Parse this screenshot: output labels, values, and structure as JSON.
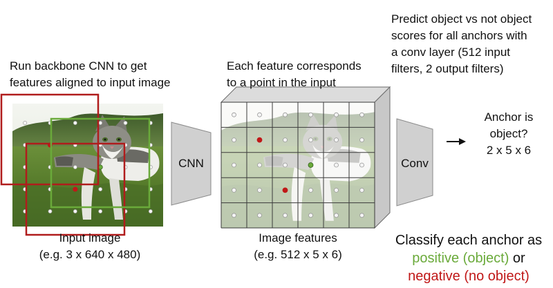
{
  "captions": {
    "backbone": [
      "Run backbone CNN to get",
      "features aligned to input image"
    ],
    "feature_point": [
      "Each feature corresponds",
      "to a point in the input"
    ],
    "predict": [
      "Predict object vs not object",
      "scores for all anchors with",
      "a conv layer (512 input",
      "filters, 2 output filters)"
    ],
    "input_image": [
      "Input image",
      "(e.g. 3 x 640 x 480)"
    ],
    "image_features": [
      "Image features",
      "(e.g. 512 x 5 x 6)"
    ],
    "anchor_output": [
      "Anchor is",
      "object?",
      "2 x 5 x 6"
    ],
    "classify_title": "Classify each anchor as",
    "positive_label": "positive (object)",
    "or_word": " or",
    "negative_label": "negative (no object)"
  },
  "blocks": {
    "cnn_label": "CNN",
    "conv_label": "Conv"
  },
  "colors": {
    "positive": "#6aaa3a",
    "negative": "#c01818",
    "grid_line": "#3a3a3a",
    "block_fill": "#d0d0d0",
    "block_stroke": "#8a8a8a"
  },
  "feature_grid": {
    "rows": 5,
    "cols": 6,
    "positive_cells": [
      [
        2,
        3
      ]
    ],
    "negative_cells": [
      [
        1,
        1
      ],
      [
        3,
        2
      ]
    ]
  },
  "input_grid": {
    "rows": 5,
    "cols": 6,
    "negative_points": [
      [
        1,
        1
      ],
      [
        3,
        2
      ]
    ],
    "positive_points": [
      [
        2,
        3
      ]
    ]
  },
  "icons": {
    "arrow": "right-arrow-icon",
    "kitten_photo": "kitten-photo"
  }
}
